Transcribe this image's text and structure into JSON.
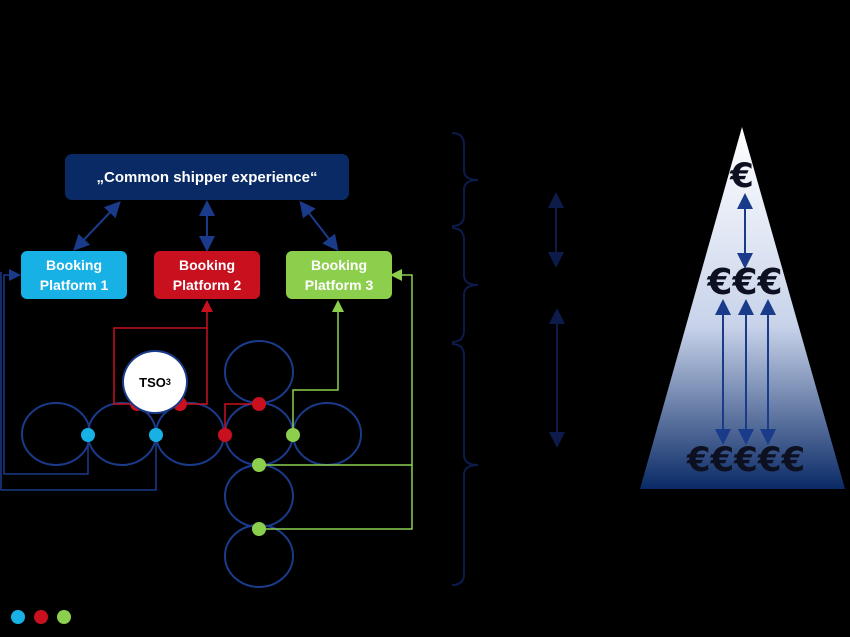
{
  "top_box": {
    "text": "„Common shipper experience“"
  },
  "booking_platforms": [
    {
      "line1": "Booking",
      "line2": "Platform 1",
      "color": "#18b1e6"
    },
    {
      "line1": "Booking",
      "line2": "Platform 2",
      "color": "#c8101f"
    },
    {
      "line1": "Booking",
      "line2": "Platform 3",
      "color": "#8ccf4d"
    }
  ],
  "tso_node": {
    "base": "TSO",
    "subscript": "3"
  },
  "pyramid": {
    "levels": [
      {
        "label": "€"
      },
      {
        "label": "€€€"
      },
      {
        "label": "€€€€€"
      }
    ],
    "gradient_top": "#ffffff",
    "gradient_bottom": "#0a2a66"
  },
  "colors": {
    "background": "#000000",
    "network_line": "#1a3a8a",
    "arrow": "#1a3a8a",
    "blue": "#18b1e6",
    "red": "#c8101f",
    "green": "#8ccf4d"
  },
  "legend": [
    "blue",
    "red",
    "green"
  ]
}
